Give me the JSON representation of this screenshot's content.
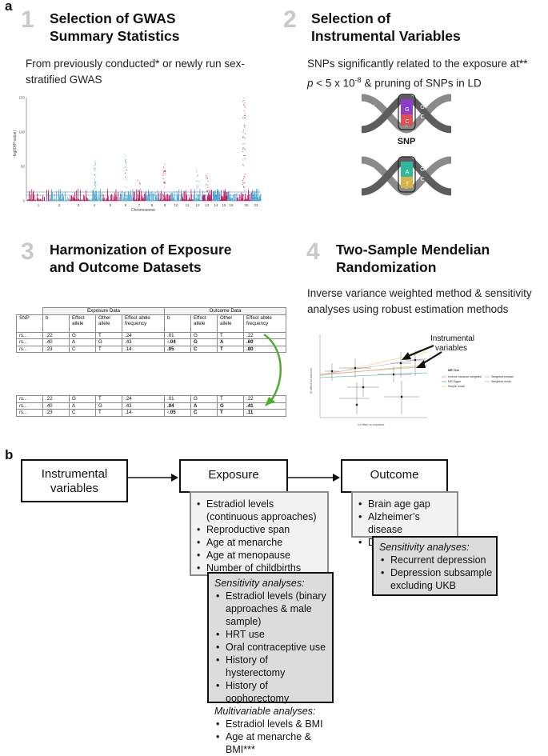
{
  "panels": {
    "a": "a",
    "b": "b"
  },
  "steps": [
    {
      "num": "1",
      "title1": "Selection of GWAS",
      "title2": "Summary Statistics",
      "desc1": "From previously conducted* or newly run sex-",
      "desc2": "stratified GWAS"
    },
    {
      "num": "2",
      "title1": "Selection of",
      "title2": "Instrumental Variables",
      "desc_a": "SNPs significantly related to the exposure at**",
      "desc_p": "p",
      "desc_b": " < 5 x 10",
      "desc_exp": "-8",
      "desc_c": " & pruning of SNPs in LD"
    },
    {
      "num": "3",
      "title1": "Harmonization of Exposure",
      "title2": "and Outcome Datasets"
    },
    {
      "num": "4",
      "title1": "Two-Sample Mendelian",
      "title2": "Randomization",
      "desc1": "Inverse variance weighted method & sensitivity",
      "desc2": "analyses using robust estimation methods"
    }
  ],
  "manhattan": {
    "y_ticks": [
      "150",
      "100",
      "50",
      "0"
    ],
    "x_ticks": [
      "1",
      "2",
      "3",
      "4",
      "5",
      "6",
      "7",
      "8",
      "9",
      "10",
      "11",
      "12",
      "13",
      "14",
      "15",
      "16",
      "20",
      "22"
    ],
    "xlabel": "Chromosome",
    "ylabel": "-log10(P-value)"
  },
  "dna": {
    "snp_label": "SNP",
    "top_letters": [
      "G",
      "C",
      "G",
      "C",
      "G",
      "C",
      "A",
      "T"
    ],
    "bottom_letters": [
      "G",
      "C",
      "A",
      "T",
      "G",
      "C",
      "A",
      "T"
    ]
  },
  "harmonization": {
    "group_headers": [
      "Exposure Data",
      "Outcome Data"
    ],
    "columns": [
      "SNP",
      "b",
      "Effect allele",
      "Other allele",
      "Effect allele frequency",
      "b",
      "Effect allele",
      "Other allele",
      "Effect allele frequency"
    ],
    "before_rows": [
      [
        "rs...",
        ".22",
        "G",
        "T",
        ".24",
        ".01",
        "G",
        "T",
        ".22"
      ],
      [
        "rs...",
        ".40",
        "A",
        "G",
        ".43",
        "-.04",
        "G",
        "A",
        ".60"
      ],
      [
        "rs...",
        ".23",
        "C",
        "T",
        ".14",
        ".05",
        "C",
        "T",
        ".80"
      ]
    ],
    "after_rows": [
      [
        "rs...",
        ".22",
        "G",
        "T",
        ".24",
        ".01",
        "G",
        "T",
        ".22"
      ],
      [
        "rs...",
        ".40",
        "A",
        "G",
        ".43",
        ".04",
        "A",
        "G",
        ".41"
      ],
      [
        "rs...",
        ".23",
        "C",
        "T",
        ".14",
        "-.05",
        "C",
        "T",
        ".11"
      ]
    ]
  },
  "mr_plot": {
    "annotation1": "Instrumental",
    "annotation2": "variables",
    "xlabel": "IV effect on exposure",
    "ylabel": "IV effect on outcome",
    "legend_title": "MR Test",
    "legend_items": [
      "Inverse variance weighted",
      "Weighted median",
      "MR Egger",
      "Weighted mode",
      "Simple mode"
    ],
    "colors": {
      "ivw": "#f4a582",
      "median": "#b8d98b",
      "egger": "#67c2c9",
      "mode": "#d9b3e6",
      "simple": "#e8e08a"
    }
  },
  "flow": {
    "instrumental": "Instrumental variables",
    "exposure": "Exposure",
    "outcome": "Outcome",
    "exposure_items": [
      "Estradiol levels (continuous approaches)",
      "Reproductive span",
      "Age at menarche",
      "Age at menopause",
      "Number of childbirths"
    ],
    "outcome_items": [
      "Brain age gap",
      "Alzheimer’s disease",
      "Depression"
    ],
    "exp_sens_title": "Sensitivity analyses:",
    "exp_sens_items": [
      "Estradiol levels (binary approaches & male sample)",
      "HRT use",
      "Oral contraceptive use",
      "History of hysterectomy",
      "History of oophorectomy"
    ],
    "multi_title": "Multivariable analyses:",
    "multi_items": [
      "Estradiol levels & BMI",
      "Age at menarche & BMI***"
    ],
    "out_sens_title": "Sensitivity analyses:",
    "out_sens_items": [
      "Recurrent depression",
      "Depression subsample excluding UKB"
    ]
  },
  "palette": {
    "magenta": "#c2185b",
    "blue": "#4aa8d8",
    "grey_num": "#c9c9c9",
    "green_arrow": "#4caf2f"
  }
}
